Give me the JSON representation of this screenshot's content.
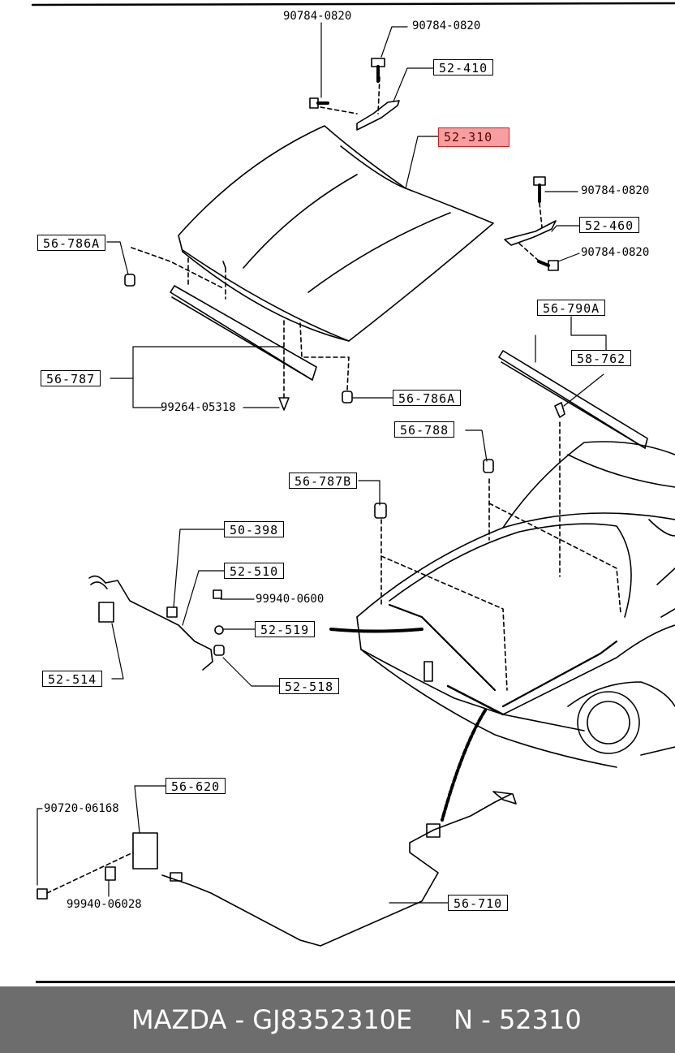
{
  "diagram": {
    "part_labels": [
      {
        "id": "52-410",
        "text": "52-410"
      },
      {
        "id": "52-310",
        "text": "52-310",
        "highlight": true
      },
      {
        "id": "52-460",
        "text": "52-460"
      },
      {
        "id": "56-786A-left",
        "text": "56-786A"
      },
      {
        "id": "56-787",
        "text": "56-787"
      },
      {
        "id": "56-786A-right",
        "text": "56-786A"
      },
      {
        "id": "56-790A",
        "text": "56-790A"
      },
      {
        "id": "58-762",
        "text": "58-762"
      },
      {
        "id": "56-788",
        "text": "56-788"
      },
      {
        "id": "56-787B",
        "text": "56-787B"
      },
      {
        "id": "50-398",
        "text": "50-398"
      },
      {
        "id": "52-510",
        "text": "52-510"
      },
      {
        "id": "52-519",
        "text": "52-519"
      },
      {
        "id": "52-514",
        "text": "52-514"
      },
      {
        "id": "52-518",
        "text": "52-518"
      },
      {
        "id": "56-620",
        "text": "56-620"
      },
      {
        "id": "56-710",
        "text": "56-710"
      }
    ],
    "bolt_codes": [
      {
        "id": "c1",
        "text": "90784-0820"
      },
      {
        "id": "c2",
        "text": "90784-0820"
      },
      {
        "id": "c3",
        "text": "90784-0820"
      },
      {
        "id": "c4",
        "text": "90784-0820"
      },
      {
        "id": "c5",
        "text": "99264-05318"
      },
      {
        "id": "c6",
        "text": "99940-0600"
      },
      {
        "id": "c7",
        "text": "90720-06168"
      },
      {
        "id": "c8",
        "text": "99940-06028"
      }
    ],
    "highlight_color": "#f79ea1"
  },
  "footer": {
    "brand": "MAZDA",
    "part_number": "GJ8352310E",
    "ref_number": "N - 52310",
    "text": "MAZDA - GJ8352310E     N - 52310"
  }
}
